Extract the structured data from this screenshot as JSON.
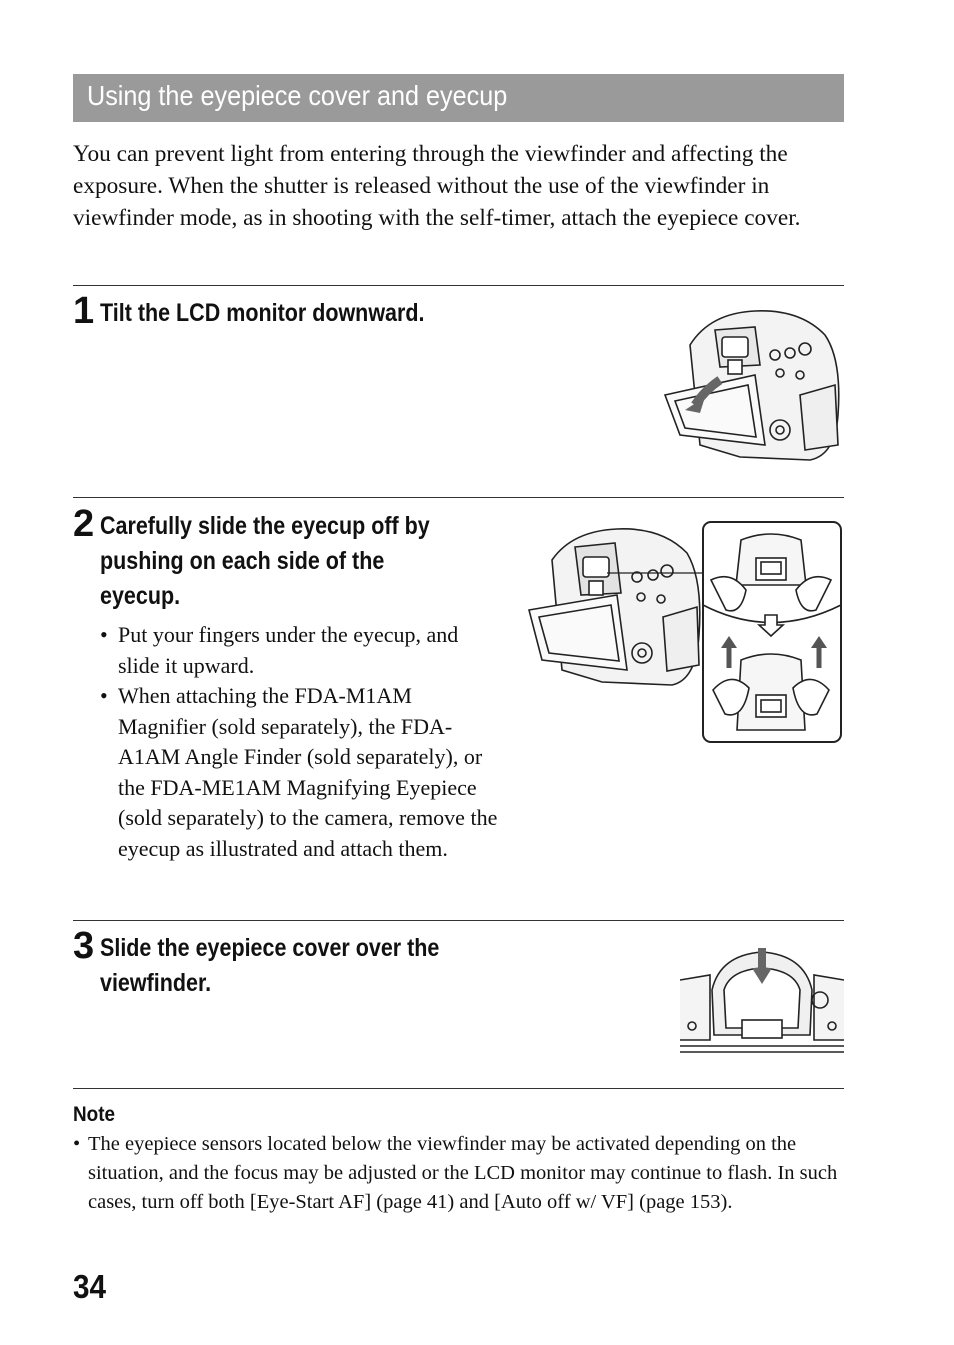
{
  "section": {
    "title": "Using the eyepiece cover and eyecup"
  },
  "intro": "You can prevent light from entering through the viewfinder and affecting the exposure. When the shutter is released without the use of the viewfinder in viewfinder mode, as in shooting with the self-timer, attach the eyepiece cover.",
  "steps": [
    {
      "number": "1",
      "heading": "Tilt the LCD monitor downward."
    },
    {
      "number": "2",
      "heading_lines": [
        "Carefully slide the eyecup off by",
        "pushing on each side of the",
        "eyecup."
      ],
      "bullets": [
        "Put your fingers under the eyecup, and slide it upward.",
        "When attaching the FDA-M1AM Magnifier (sold separately), the FDA-A1AM Angle Finder (sold separately), or the FDA-ME1AM Magnifying Eyepiece (sold separately) to the camera, remove the eyecup as illustrated and attach them."
      ]
    },
    {
      "number": "3",
      "heading_lines": [
        "Slide the eyepiece cover over the",
        "viewfinder."
      ]
    }
  ],
  "note": {
    "label": "Note",
    "text": "The eyepiece sensors located below the viewfinder may be activated depending on the situation, and the focus may be adjusted or the LCD monitor may continue to flash. In such cases, turn off both [Eye-Start AF] (page 41) and [Auto off w/ VF] (page 153)."
  },
  "page_number": "34"
}
